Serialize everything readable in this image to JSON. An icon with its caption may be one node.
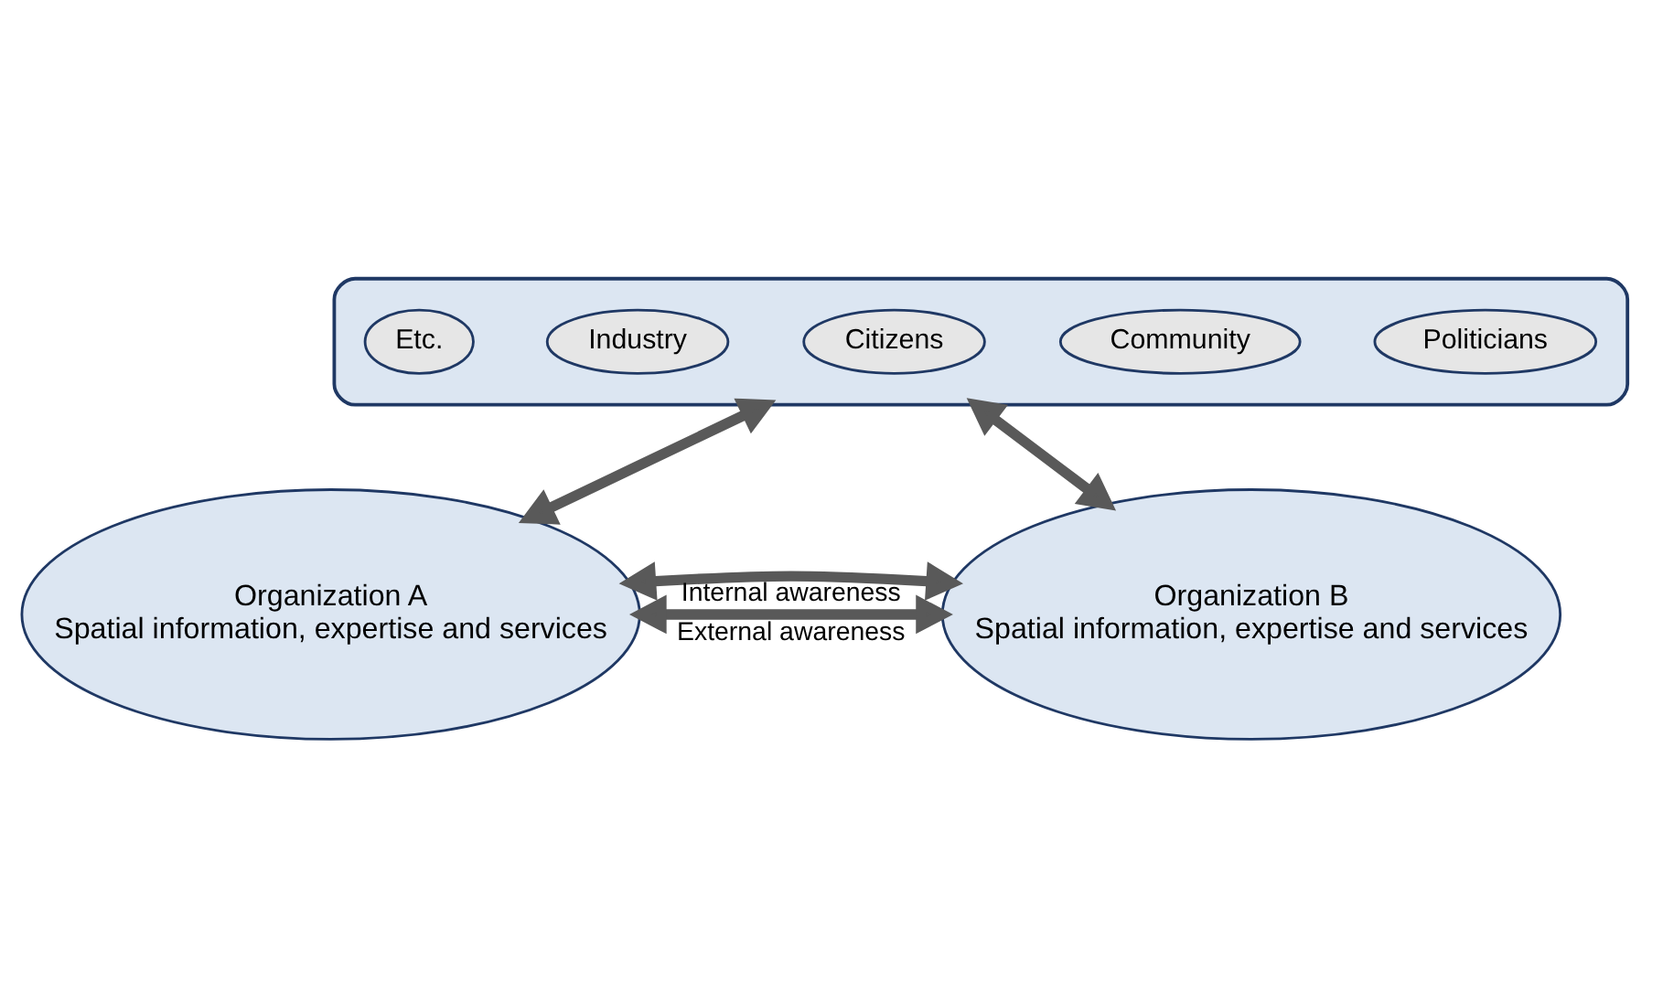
{
  "diagram": {
    "nodes": [
      {
        "text": [],
        "shape": "ellipse"
      },
      {
        "text": [
          "Politicians"
        ],
        "in": 0
      },
      {
        "text": [
          "Community"
        ],
        "in": 0
      },
      {
        "text": [
          "Citizens"
        ],
        "in": 0
      },
      {
        "text": [
          "Industry"
        ],
        "in": 0
      },
      {
        "text": [
          "Etc."
        ],
        "in": 0
      },
      {
        "text": [
          "Organization A",
          "Spatial information, expertise and services"
        ]
      },
      {
        "text": [
          "Organization B",
          "Spatial information, expertise and services"
        ]
      }
    ],
    "edges": [
      {
        "from": 6,
        "to": 7,
        "arrow": "both",
        "label": "External awareness"
      },
      {
        "from": 6,
        "to": 0,
        "arrow": "both"
      },
      {
        "from": 7,
        "to": 0,
        "arrow": "both"
      },
      {
        "from": 6,
        "to": 7,
        "arrow": "both",
        "label": "Internal awareness"
      }
    ]
  }
}
